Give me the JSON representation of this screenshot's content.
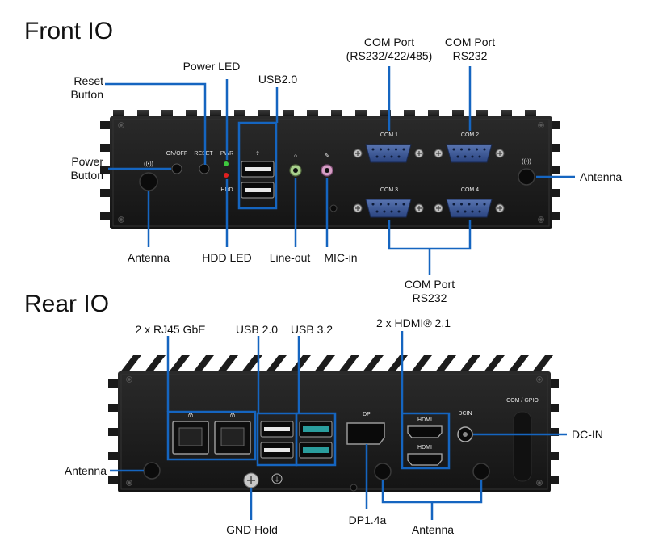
{
  "front": {
    "title": "Front IO",
    "labels": {
      "reset": "Reset\nButton",
      "power_led": "Power LED",
      "usb20": "USB2.0",
      "com_port_multi": "COM Port\n(RS232/422/485)",
      "com_port_rs232": "COM Port\nRS232",
      "power_button": "Power\nButton",
      "antenna_right": "Antenna",
      "antenna_left": "Antenna",
      "hdd_led": "HDD LED",
      "line_out": "Line-out",
      "mic_in": "MIC-in",
      "com_port_bottom": "COM Port\nRS232"
    },
    "panel_text": {
      "onoff": "ON/OFF",
      "reset": "RESET",
      "pwr": "PWR",
      "hdd": "HDD",
      "com1": "COM 1",
      "com2": "COM 2",
      "com3": "COM 3",
      "com4": "COM 4"
    }
  },
  "rear": {
    "title": "Rear IO",
    "labels": {
      "rj45": "2 x RJ45 GbE",
      "usb20": "USB 2.0",
      "usb32": "USB 3.2",
      "hdmi": "2 x HDMI® 2.1",
      "dc_in": "DC-IN",
      "antenna_left": "Antenna",
      "gnd": "GND Hold",
      "dp": "DP1.4a",
      "antenna_bottom": "Antenna"
    },
    "panel_text": {
      "dp": "DP",
      "hdmi1": "HDMI",
      "hdmi2": "HDMI",
      "dcin": "DCIN",
      "com_gpio": "COM / GPIO"
    }
  },
  "colors": {
    "callout": "#1565c0",
    "chassis": "#1b1b1b",
    "com_port": "#2f4f8f",
    "usb3": "#2a9d9d",
    "led_green": "#3ec83e",
    "led_red": "#e02020"
  }
}
